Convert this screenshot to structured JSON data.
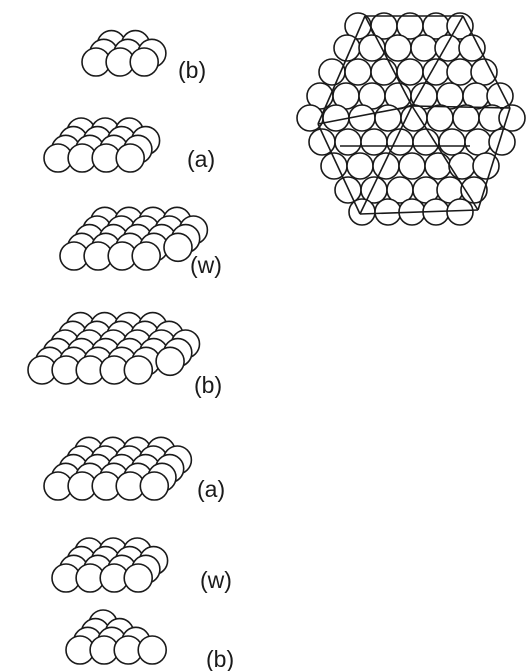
{
  "layer_labels": [
    "(b)",
    "(a)",
    "(w)",
    "(b)",
    "(a)",
    "(w)",
    "(b)"
  ],
  "colors": {
    "stroke": "#1a1a1a",
    "background": "#ffffff",
    "atom_fill": "#ffffff"
  }
}
